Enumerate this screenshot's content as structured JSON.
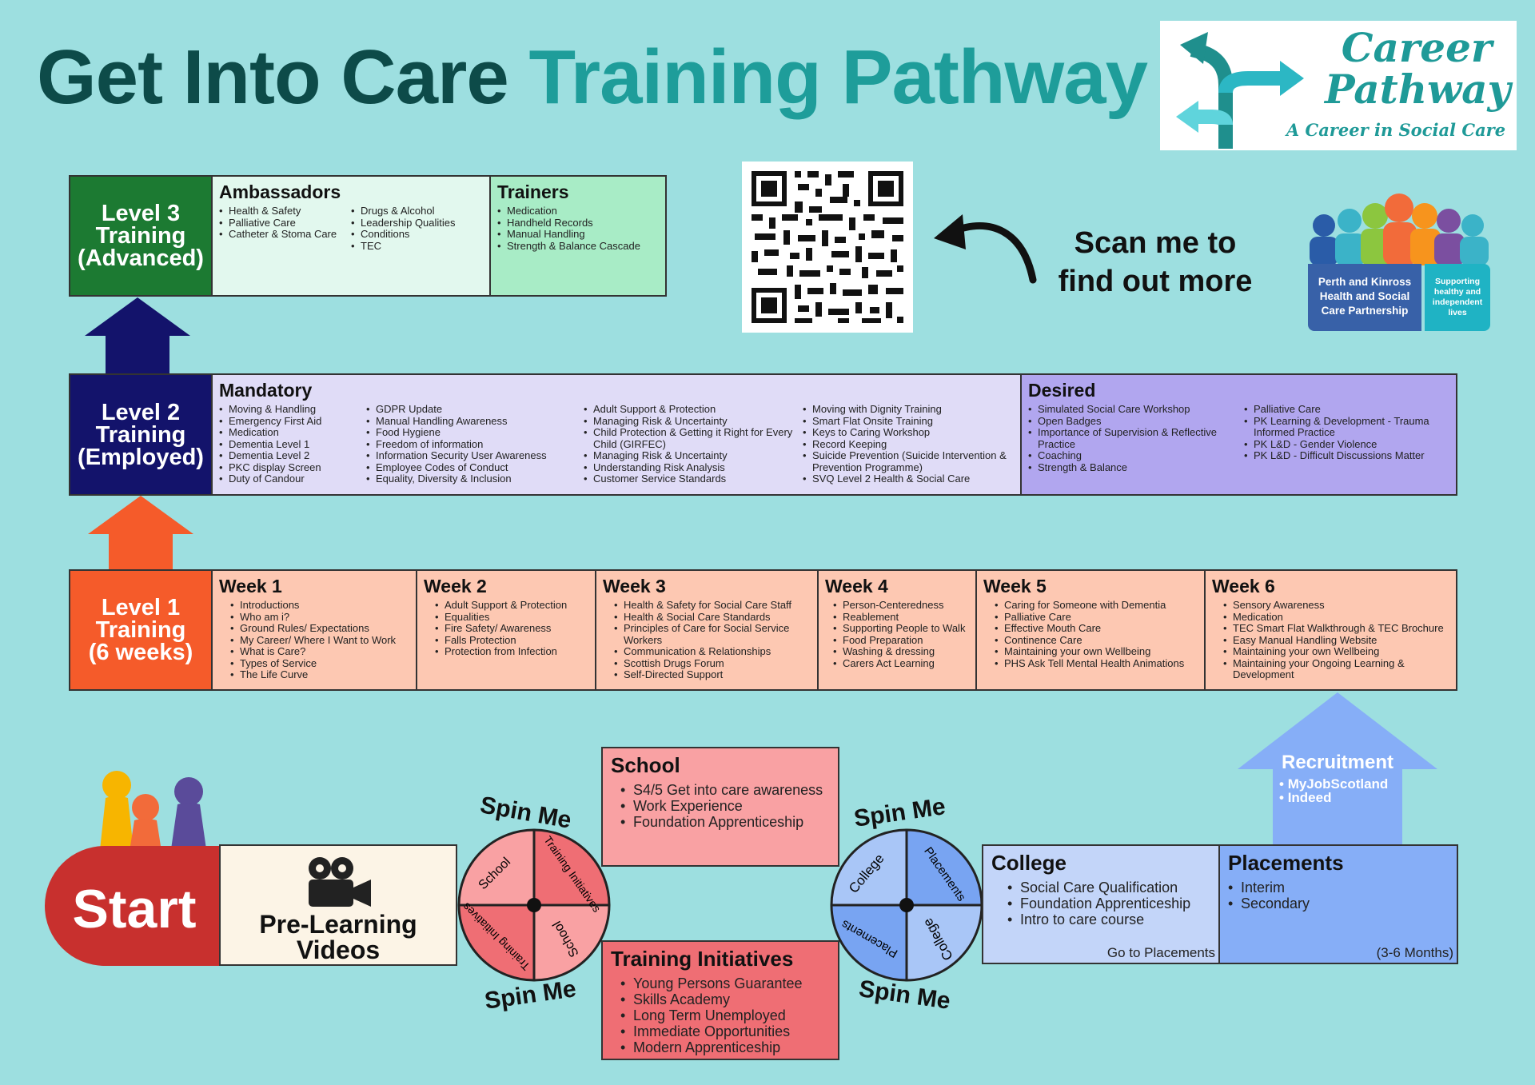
{
  "title": {
    "part1": "Get Into Care",
    "part2": "Training Pathway"
  },
  "logo": {
    "line1": "Career",
    "line2": "Pathway",
    "tagline": "A Career in Social Care"
  },
  "scan": {
    "line1": "Scan me to",
    "line2": "find out more"
  },
  "pkc": {
    "name": "Perth and Kinross Health and Social Care Partnership",
    "tagline": "Supporting healthy and independent lives"
  },
  "colors": {
    "background": "#9ddfe0",
    "level3": "#1c7a32",
    "level2": "#13136b",
    "level1": "#f55b2a",
    "start": "#c8302e"
  },
  "level3": {
    "label": [
      "Level 3",
      "Training",
      "(Advanced)"
    ],
    "ambassadors": {
      "title": "Ambassadors",
      "col1": [
        "Health & Safety",
        "Palliative Care",
        "Catheter & Stoma Care"
      ],
      "col2": [
        "Drugs & Alcohol",
        "Leadership Qualities",
        "Conditions",
        "TEC"
      ]
    },
    "trainers": {
      "title": "Trainers",
      "items": [
        "Medication",
        "Handheld Records",
        "Manual Handling",
        "Strength & Balance Cascade"
      ]
    }
  },
  "level2": {
    "label": [
      "Level 2",
      "Training",
      "(Employed)"
    ],
    "mandatory": {
      "title": "Mandatory",
      "col1": [
        "Moving & Handling",
        "Emergency First Aid",
        "Medication",
        "Dementia Level 1",
        "Dementia Level 2",
        "PKC display Screen",
        "Duty of Candour"
      ],
      "col2": [
        "GDPR Update",
        "Manual Handling Awareness",
        "Food Hygiene",
        "Freedom of information",
        "Information Security User Awareness",
        "Employee Codes of Conduct",
        "Equality, Diversity & Inclusion"
      ],
      "col3": [
        "Adult Support & Protection",
        "Managing Risk & Uncertainty",
        "Child Protection & Getting it Right for Every Child (GIRFEC)",
        "Managing Risk & Uncertainty",
        "Understanding Risk Analysis",
        "Customer Service Standards"
      ],
      "col4": [
        "Moving with Dignity Training",
        "Smart Flat Onsite Training",
        "Keys to Caring Workshop",
        "Record Keeping",
        "Suicide Prevention (Suicide Intervention & Prevention Programme)",
        "SVQ Level 2 Health & Social Care"
      ]
    },
    "desired": {
      "title": "Desired",
      "col1": [
        "Simulated Social Care Workshop",
        "Open Badges",
        "Importance of Supervision & Reflective Practice",
        "Coaching",
        "Strength & Balance"
      ],
      "col2": [
        "Palliative Care",
        "PK Learning & Development - Trauma Informed Practice",
        "PK L&D - Gender Violence",
        "PK L&D - Difficult Discussions Matter"
      ]
    }
  },
  "level1": {
    "label": [
      "Level 1",
      "Training",
      "(6 weeks)"
    ],
    "weeks": [
      {
        "title": "Week 1",
        "items": [
          "Introductions",
          "Who am i?",
          "Ground Rules/ Expectations",
          "My Career/ Where I Want to Work",
          "What is Care?",
          "Types of Service",
          "The Life Curve"
        ]
      },
      {
        "title": "Week 2",
        "items": [
          "Adult Support & Protection",
          "Equalities",
          "Fire Safety/ Awareness",
          "Falls Protection",
          "Protection from Infection"
        ]
      },
      {
        "title": "Week 3",
        "items": [
          "Health & Safety for Social Care Staff",
          "Health & Social Care Standards",
          "Principles of Care for Social Service Workers",
          "Communication & Relationships",
          "Scottish Drugs Forum",
          "Self-Directed Support"
        ]
      },
      {
        "title": "Week 4",
        "items": [
          "Person-Centeredness",
          "Reablement",
          "Supporting People to Walk",
          "Food Preparation",
          "Washing & dressing",
          "Carers Act Learning"
        ]
      },
      {
        "title": "Week 5",
        "items": [
          "Caring for Someone with Dementia",
          "Palliative Care",
          "Effective Mouth Care",
          "Continence Care",
          "Maintaining your own Wellbeing",
          "PHS Ask Tell Mental Health Animations"
        ]
      },
      {
        "title": "Week 6",
        "items": [
          "Sensory Awareness",
          "Medication",
          "TEC Smart Flat Walkthrough & TEC Brochure",
          "Easy Manual Handling Website",
          "Maintaining your own Wellbeing",
          "Maintaining your Ongoing Learning & Development"
        ]
      }
    ]
  },
  "start": {
    "label": "Start"
  },
  "prelearning": {
    "line1": "Pre-Learning",
    "line2": "Videos"
  },
  "spin1": {
    "top": "Spin Me",
    "bottom": "Spin Me",
    "q1": "School",
    "q2": "Training Initiatives",
    "q3": "Training Initiatives",
    "q4": "School"
  },
  "spin2": {
    "top": "Spin Me",
    "bottom": "Spin Me",
    "q1": "College",
    "q2": "Placements",
    "q3": "Placements",
    "q4": "College"
  },
  "school": {
    "title": "School",
    "items": [
      "S4/5  Get into care awareness",
      "Work Experience",
      "Foundation Apprenticeship"
    ]
  },
  "training_initiatives": {
    "title": "Training Initiatives",
    "items": [
      "Young Persons Guarantee",
      "Skills Academy",
      "Long Term Unemployed",
      "Immediate Opportunities",
      "Modern Apprenticeship"
    ]
  },
  "college": {
    "title": "College",
    "items": [
      "Social Care Qualification",
      "Foundation Apprenticeship",
      "Intro to care course"
    ],
    "note": "Go to Placements"
  },
  "placements": {
    "title": "Placements",
    "items": [
      "Interim",
      "Secondary"
    ],
    "note": "(3-6 Months)"
  },
  "recruitment": {
    "title": "Recruitment",
    "items": [
      "MyJobScotland",
      "Indeed"
    ]
  }
}
